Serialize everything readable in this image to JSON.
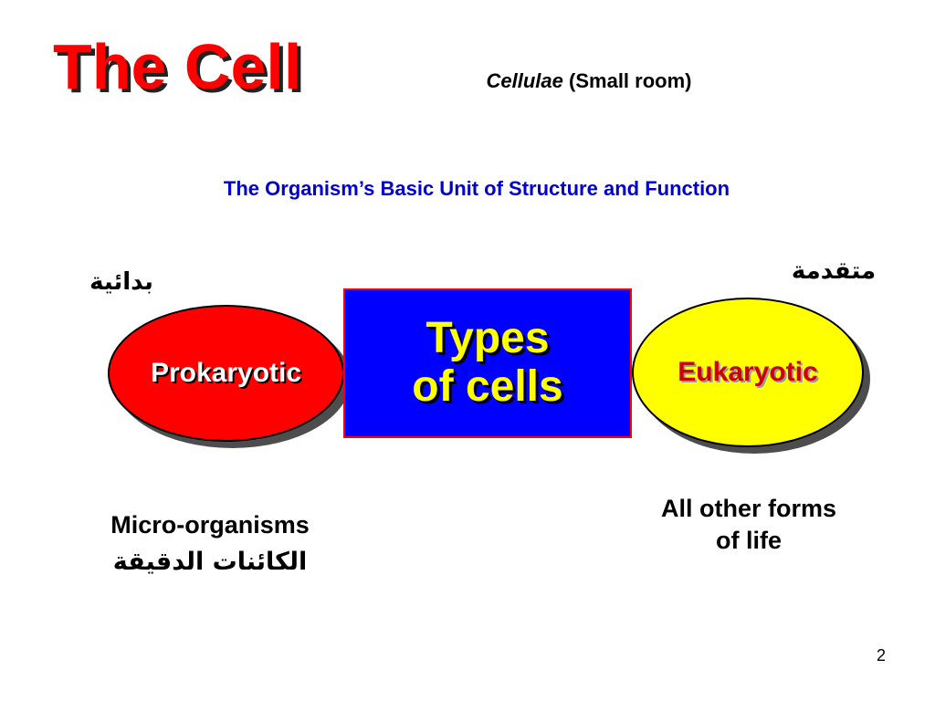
{
  "slide": {
    "title": "The Cell",
    "subtitle_term": "Cellulae",
    "subtitle_meaning": "(Small room)",
    "tagline": "The Organism’s Basic Unit of Structure and Function",
    "left": {
      "arabic_label": "بدائية",
      "oval_label": "Prokaryotic",
      "caption": "Micro-organisms",
      "caption_arabic": "الكائنات الدقيقة"
    },
    "center": {
      "line1": "Types",
      "line2": "of cells"
    },
    "right": {
      "arabic_label": "متقدمة",
      "oval_label": "Eukaryotic",
      "caption_line1": "All other forms",
      "caption_line2": "of life"
    },
    "page_number": "2"
  },
  "colors": {
    "title": "#ff0000",
    "tagline": "#0000cc",
    "prokaryotic_fill": "#ff0000",
    "eukaryotic_fill": "#ffff00",
    "center_box_fill": "#0000ff",
    "center_text": "#ffff00"
  }
}
